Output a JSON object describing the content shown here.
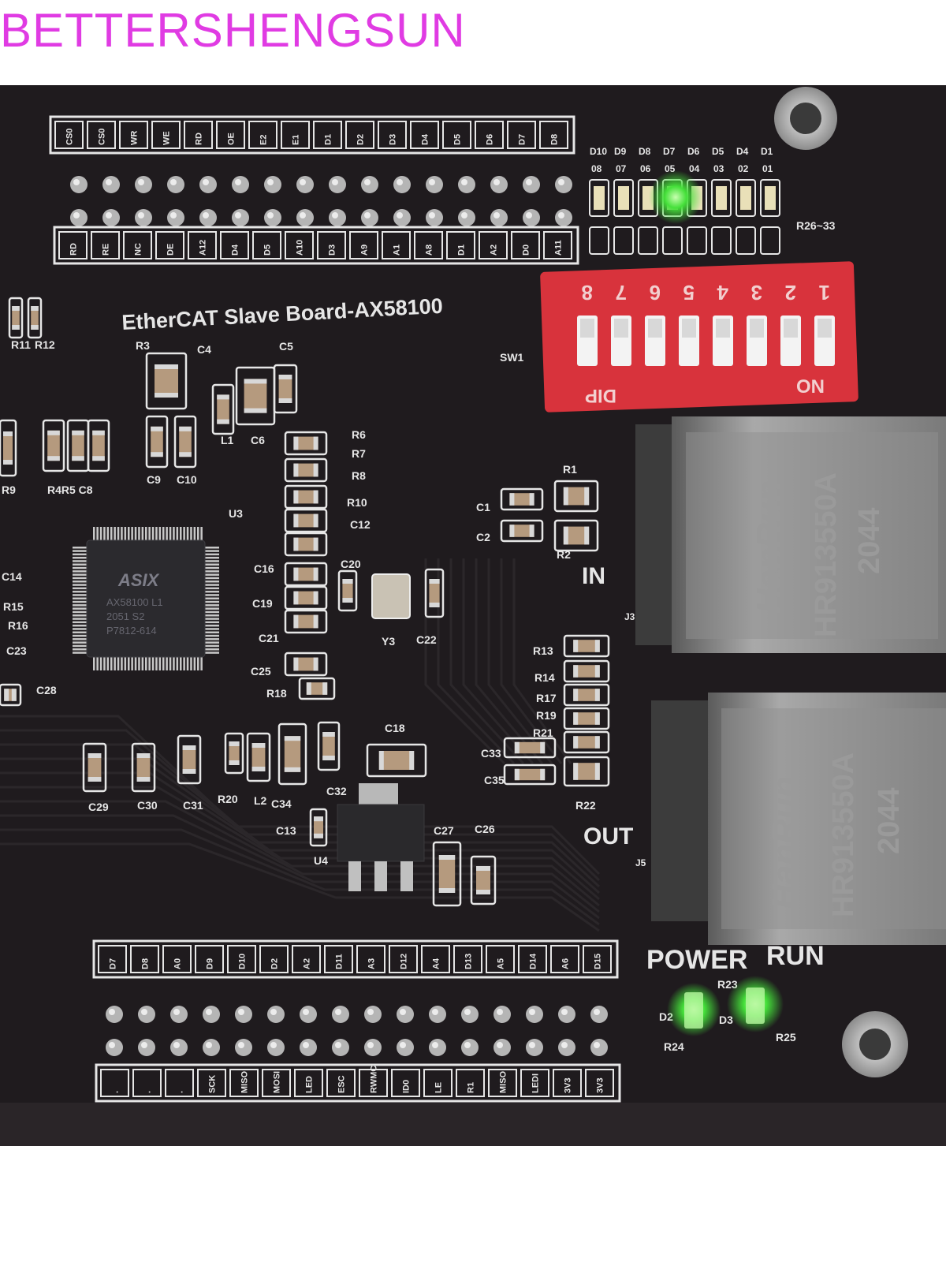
{
  "brand": {
    "text": "BETTERSHENGSUN",
    "color": "#e03be3"
  },
  "board": {
    "title": "EtherCAT Slave Board-AX58100",
    "pcb_color": "#1d1a1c",
    "silk_color": "#e6e6e6",
    "top_header_labels": [
      "CS0",
      "CS0",
      "WR",
      "WE",
      "RD",
      "OE",
      "E2",
      "E1",
      "D1",
      "D2",
      "D3",
      "D4",
      "D5",
      "D6",
      "D7",
      "D8"
    ],
    "bottom_top_header_labels": [
      "RD",
      "RE",
      "NC",
      "DE",
      "A12",
      "D4",
      "D5",
      "A10",
      "D3",
      "A9",
      "A1",
      "A8",
      "D1",
      "A2",
      "D0",
      "A11"
    ],
    "lower_header_labels": [
      "D7",
      "D8",
      "A0",
      "D9",
      "D10",
      "D2",
      "A2",
      "D11",
      "A3",
      "D12",
      "A4",
      "D13",
      "A5",
      "D14",
      "A6",
      "D15"
    ],
    "lower_bottom_labels": [
      ".",
      ".",
      ".",
      "SCK",
      "MISO",
      "MOSI",
      "LED",
      "ESC",
      "RWMC",
      "ID0",
      "LE",
      "R1",
      "MISO",
      "LEDI",
      "3V3",
      "3V3"
    ],
    "led_labels_top": [
      "D10",
      "D9",
      "D8",
      "D7",
      "D6",
      "D5",
      "D4",
      "D1"
    ],
    "led_labels_bottom": [
      "08",
      "07",
      "06",
      "05",
      "04",
      "03",
      "02",
      "01"
    ],
    "resistor_array_label": "R26~33",
    "dip": {
      "numbers": [
        "8",
        "7",
        "6",
        "5",
        "4",
        "3",
        "2",
        "1"
      ],
      "left_text": "DIP",
      "right_text": "ON",
      "ref": "SW1",
      "color": "#d8333c"
    },
    "chip": {
      "brand": "ASIX",
      "line1": "AX58100 L1",
      "line2": "2051    S2",
      "line3": "P7812-614",
      "ref": "U3"
    },
    "jack_in": {
      "brand": "HanRun",
      "model": "HR913550A",
      "code": "2044",
      "label": "IN",
      "ref": "J3"
    },
    "jack_out": {
      "brand": "HanRun",
      "model": "HR913550A",
      "code": "2044",
      "label": "OUT",
      "ref": "J5"
    },
    "power_label": "POWER",
    "run_label": "RUN",
    "regulator_ref": "U4",
    "crystal_ref": "Y3",
    "component_refs": {
      "r3": "R3",
      "c4": "C4",
      "c5": "C5",
      "l1": "L1",
      "c6": "C6",
      "r4r5c8": "R4R5 C8",
      "c9": "C9",
      "c10": "C10",
      "r9": "R9",
      "r6": "R6",
      "r7": "R7",
      "r8": "R8",
      "r10": "R10",
      "c12": "C12",
      "r1": "R1",
      "r2": "R2",
      "c1": "C1",
      "c2": "C2",
      "c14": "C14",
      "r15": "R15",
      "r16": "R16",
      "c23": "C23",
      "c28": "C28",
      "c16": "C16",
      "c20": "C20",
      "c19": "C19",
      "c21": "C21",
      "c22": "C22",
      "c25": "C25",
      "r18": "R18",
      "r13": "R13",
      "r14": "R14",
      "r17": "R17",
      "r19": "R19",
      "r21": "R21",
      "c33": "C33",
      "c35": "C35",
      "r22": "R22",
      "c18": "C18",
      "c29": "C29",
      "c30": "C30",
      "c31": "C31",
      "r20": "R20",
      "l2": "L2",
      "c34": "C34",
      "c32": "C32",
      "c13": "C13",
      "c27": "C27",
      "c26": "C26",
      "r11": "R11",
      "r12": "R12",
      "r23": "R23",
      "d2": "D2",
      "d3": "D3",
      "r24": "R24",
      "r25": "R25"
    }
  }
}
